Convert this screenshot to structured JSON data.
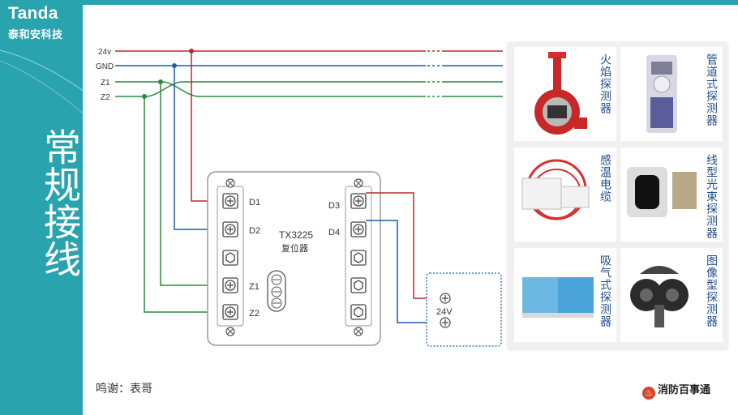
{
  "brand": {
    "name_en": "Tanda",
    "name_cn": "泰和安科技"
  },
  "page": {
    "title": "常规接线"
  },
  "wires": {
    "labels": [
      "24v",
      "GND",
      "Z1",
      "Z2"
    ]
  },
  "colors": {
    "accent": "#29a3ae",
    "wire_24v": "#c0282d",
    "wire_gnd": "#1f5da8",
    "wire_zone": "#2a8a3e"
  },
  "device": {
    "model": "TX3225",
    "name": "复位器",
    "left_terminals": [
      "D1",
      "D2",
      "Z1",
      "Z2"
    ],
    "right_terminals": [
      "D3",
      "D4"
    ]
  },
  "power_box": {
    "label": "24V"
  },
  "detectors": [
    {
      "label": "火焰探测器",
      "icon": "flame-detector-icon"
    },
    {
      "label": "管道式探测器",
      "icon": "duct-detector-icon"
    },
    {
      "label": "感温电缆",
      "icon": "heat-cable-icon"
    },
    {
      "label": "线型光束探测器",
      "icon": "beam-detector-icon"
    },
    {
      "label": "吸气式探测器",
      "icon": "aspirating-detector-icon"
    },
    {
      "label": "图像型探测器",
      "icon": "image-detector-icon"
    }
  ],
  "footer": {
    "credit": "鸣谢：表哥",
    "logo": "消防百事通"
  }
}
